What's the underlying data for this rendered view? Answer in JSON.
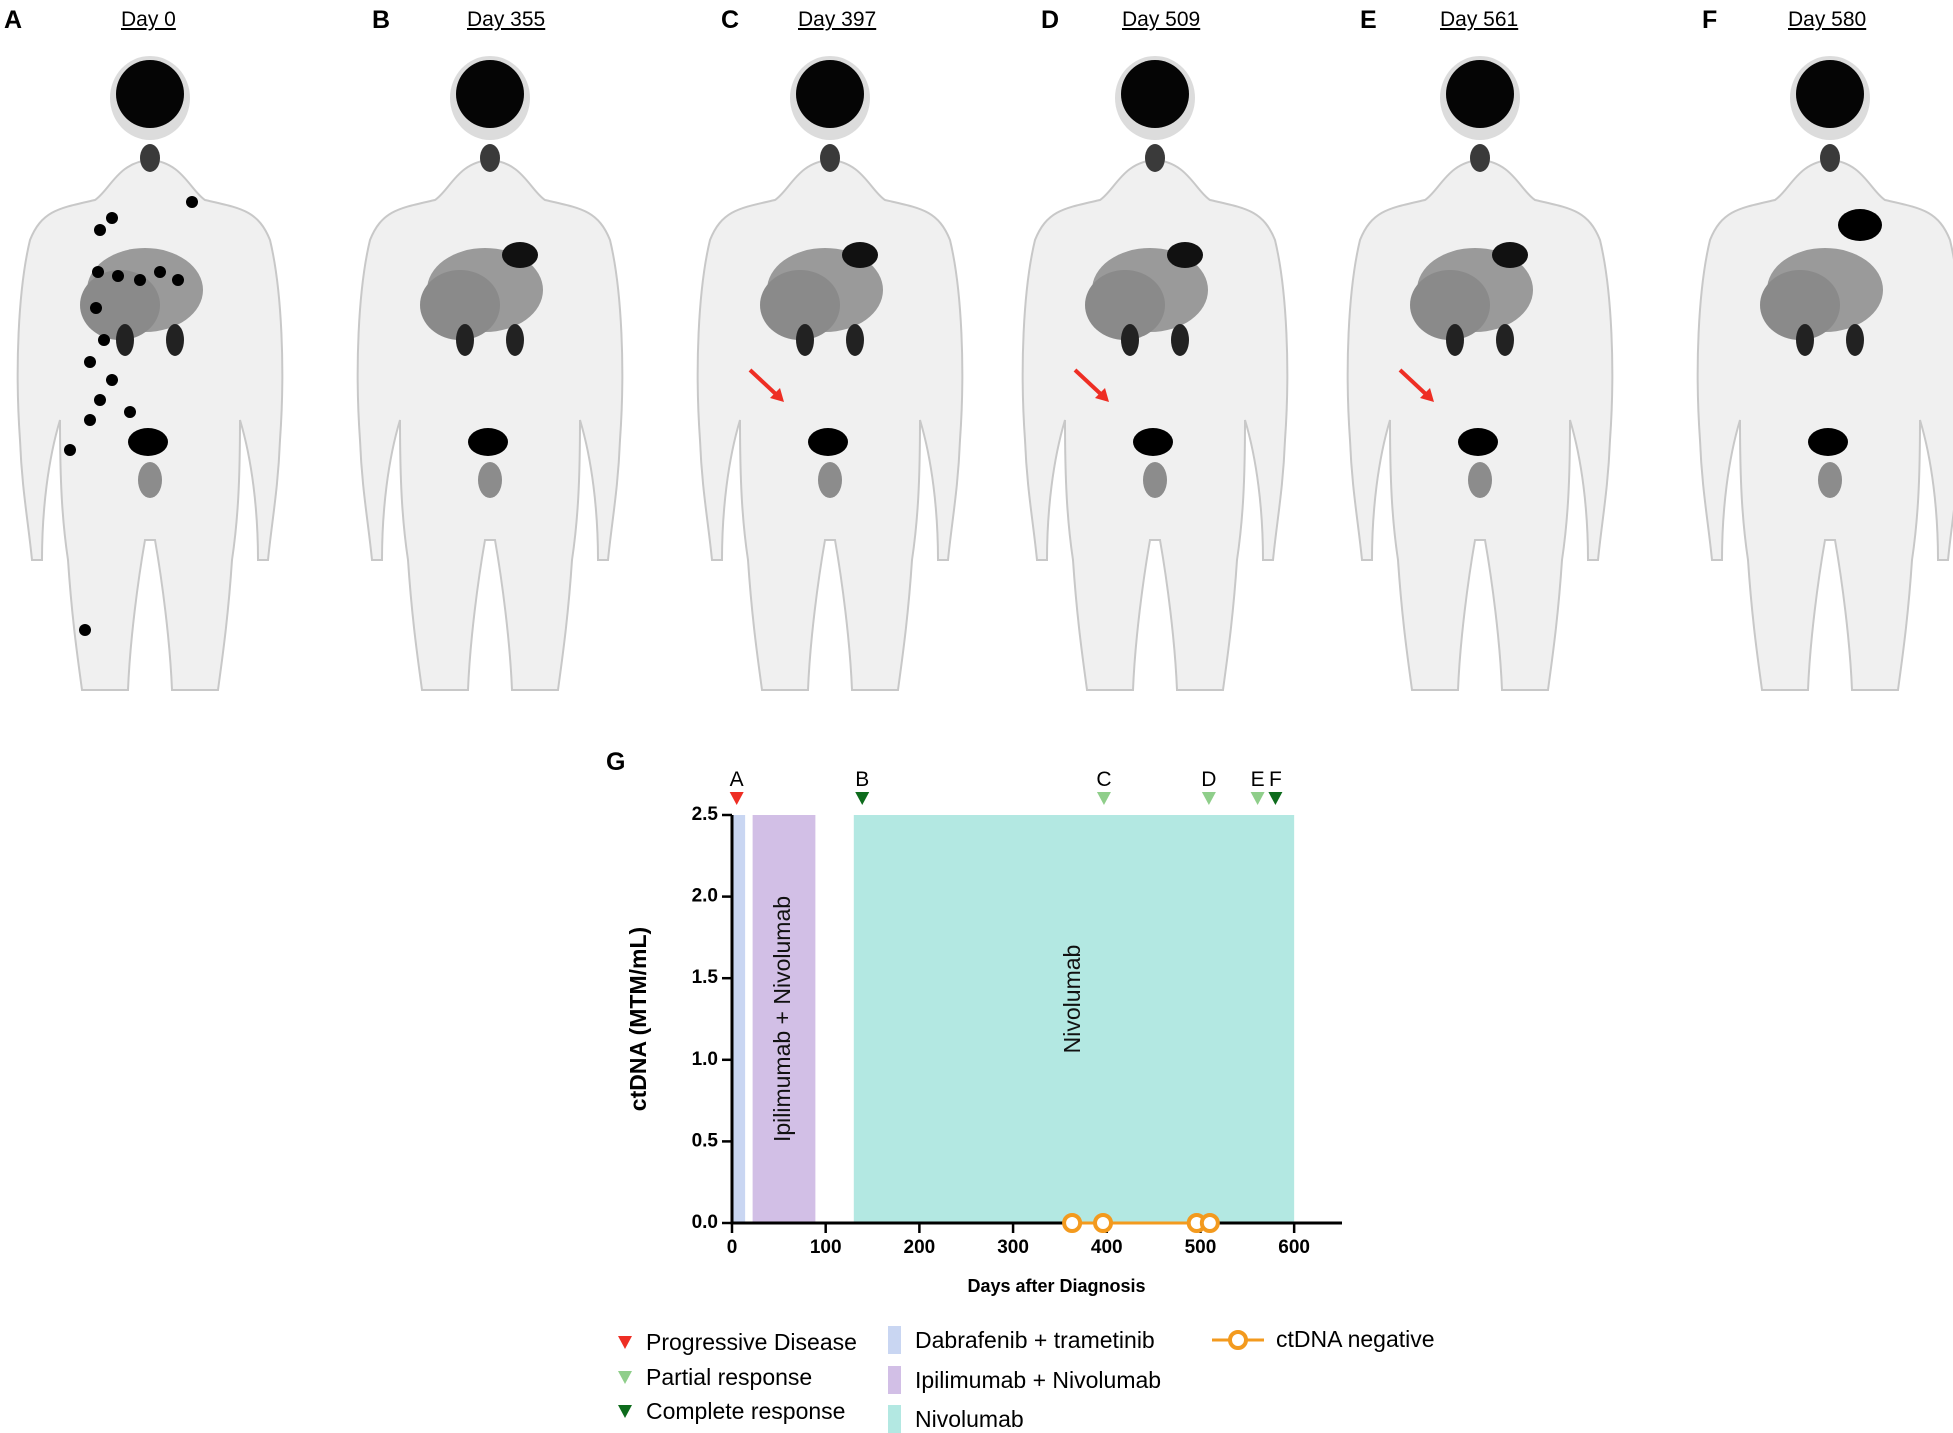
{
  "panels": [
    {
      "letter": "A",
      "day": "Day 0"
    },
    {
      "letter": "B",
      "day": "Day 355"
    },
    {
      "letter": "C",
      "day": "Day 397"
    },
    {
      "letter": "D",
      "day": "Day 509"
    },
    {
      "letter": "E",
      "day": "Day 561"
    },
    {
      "letter": "F",
      "day": "Day 580"
    }
  ],
  "colors": {
    "dabrafenib": "#c9d6f2",
    "ipilimumab": "#d2bfe6",
    "nivolumab": "#b3e8e2",
    "progressive": "#ee2e24",
    "partial": "#8fce8a",
    "complete": "#0d6b1c",
    "ctdna": "#f39a1e",
    "arrow": "#ee2e24"
  },
  "chart_data": {
    "type": "scatter",
    "panel_label": "G",
    "xlabel": "Days after Diagnosis",
    "ylabel": "ctDNA  (MTM/mL)",
    "xlim": [
      0,
      650
    ],
    "ylim": [
      0,
      2.5
    ],
    "xticks": [
      0,
      100,
      200,
      300,
      400,
      500,
      600
    ],
    "xtick_labels": [
      "0",
      "100",
      "200",
      "300",
      "400",
      "500",
      "600"
    ],
    "yticks": [
      0.0,
      0.5,
      1.0,
      1.5,
      2.0,
      2.5
    ],
    "ytick_labels": [
      "0.0",
      "0.5",
      "1.0",
      "1.5",
      "2.0",
      "2.5"
    ],
    "treatments": [
      {
        "name": "Dabrafenib + trametinib",
        "start": 0,
        "end": 14,
        "label": ""
      },
      {
        "name": "Ipilimumab + Nivolumab",
        "start": 22,
        "end": 89,
        "label": "Ipilimumab + Nivolumab"
      },
      {
        "name": "Nivolumab",
        "start": 130,
        "end": 600,
        "label": "Nivolumab"
      }
    ],
    "responses": [
      {
        "label": "A",
        "day": 5,
        "type": "progressive"
      },
      {
        "label": "B",
        "day": 139,
        "type": "complete"
      },
      {
        "label": "C",
        "day": 397,
        "type": "partial"
      },
      {
        "label": "D",
        "day": 509,
        "type": "partial"
      },
      {
        "label": "E",
        "day": 561,
        "type": "partial"
      },
      {
        "label": "F",
        "day": 580,
        "type": "complete"
      }
    ],
    "series": [
      {
        "name": "ctDNA negative",
        "x": [
          363,
          396,
          496,
          510
        ],
        "y": [
          0,
          0,
          0,
          0
        ]
      }
    ],
    "legend": {
      "responses": [
        "Progressive Disease",
        "Partial response",
        "Complete response"
      ],
      "treatments": [
        "Dabrafenib + trametinib",
        "Ipilimumab + Nivolumab",
        "Nivolumab"
      ],
      "ctdna": "ctDNA negative"
    }
  }
}
